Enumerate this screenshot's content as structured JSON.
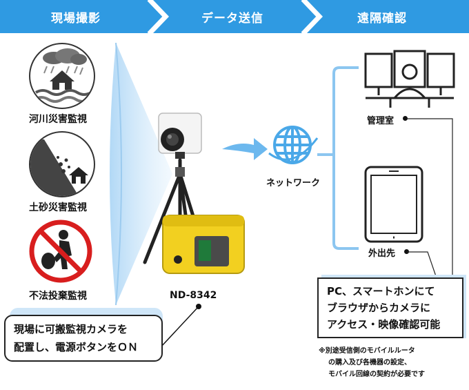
{
  "steps": [
    "現場撮影",
    "データ送信",
    "遠隔確認"
  ],
  "categories": [
    "河川災害監視",
    "土砂災害監視",
    "不法投棄監視"
  ],
  "device": {
    "model": "ND-8342"
  },
  "network_label": "ネットワーク",
  "places": {
    "control_room": "管理室",
    "outside": "外出先"
  },
  "field_callout": [
    "現場に可搬監視カメラを",
    "配置し、電源ボタンをＯＮ"
  ],
  "remote_callout": [
    "PC、スマートホンにて",
    "ブラウザからカメラに",
    "アクセス・映像確認可能"
  ],
  "note": [
    "※別途受信側のモバイルルータ",
    "の購入及び各機器の設定、",
    "モバイル回線の契約が必要です"
  ],
  "colors": {
    "band": "#2f9ae2",
    "accent_light": "#cfe6f8",
    "case_yellow": "#f2d020",
    "globe": "#4aa8e8"
  }
}
